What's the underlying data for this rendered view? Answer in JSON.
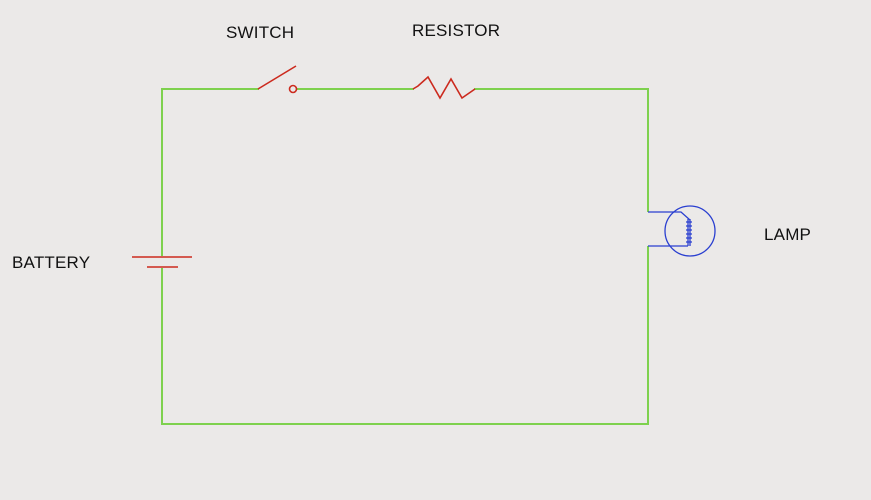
{
  "labels": {
    "switch": "SWITCH",
    "resistor": "RESISTOR",
    "battery": "BATTERY",
    "lamp": "LAMP"
  },
  "colors": {
    "background": "#ebe9e8",
    "wire": "#7ed14e",
    "component": "#cc2a1e",
    "lamp": "#2a3fd0",
    "text": "#111111"
  },
  "components": [
    "battery-symbol",
    "switch-symbol",
    "resistor-symbol",
    "lamp-symbol"
  ]
}
